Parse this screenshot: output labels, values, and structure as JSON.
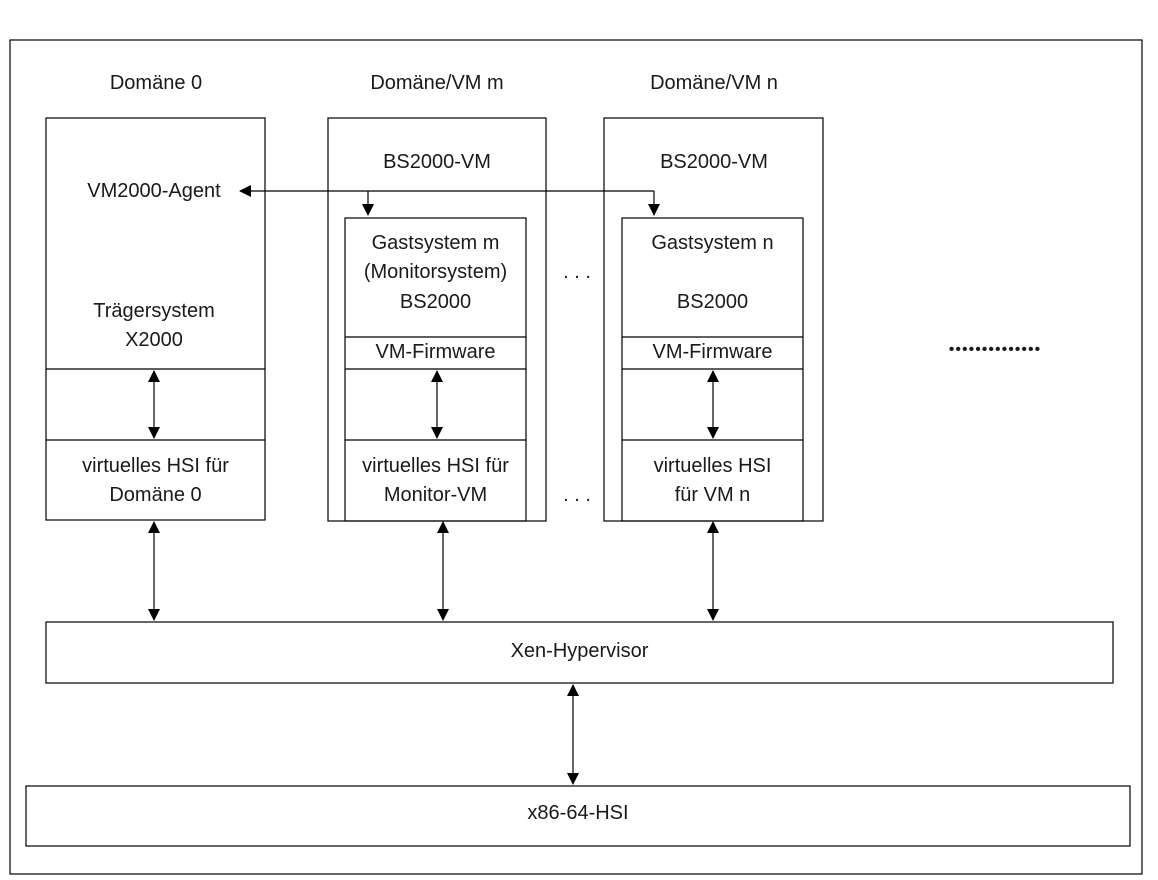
{
  "domains": {
    "domain0": {
      "title": "Domäne 0",
      "agent": "VM2000-Agent",
      "host_line1": "Trägersystem",
      "host_line2": "X2000",
      "hsi_line1": "virtuelles HSI für",
      "hsi_line2": "Domäne 0"
    },
    "domain_m": {
      "title": "Domäne/VM m",
      "vm_label": "BS2000-VM",
      "guest_line1": "Gastsystem m",
      "guest_line2": "(Monitorsystem)",
      "guest_line3": "BS2000",
      "firmware": "VM-Firmware",
      "hsi_line1": "virtuelles HSI für",
      "hsi_line2": "Monitor-VM"
    },
    "domain_n": {
      "title": "Domäne/VM n",
      "vm_label": "BS2000-VM",
      "guest_line1": "Gastsystem n",
      "guest_line2": "BS2000",
      "firmware": "VM-Firmware",
      "hsi_line1": "virtuelles HSI",
      "hsi_line2": "für VM n"
    }
  },
  "ellipsis_short": ". . .",
  "ellipsis_long": "••••••••••••••",
  "hypervisor": "Xen-Hypervisor",
  "hardware": "x86-64-HSI"
}
